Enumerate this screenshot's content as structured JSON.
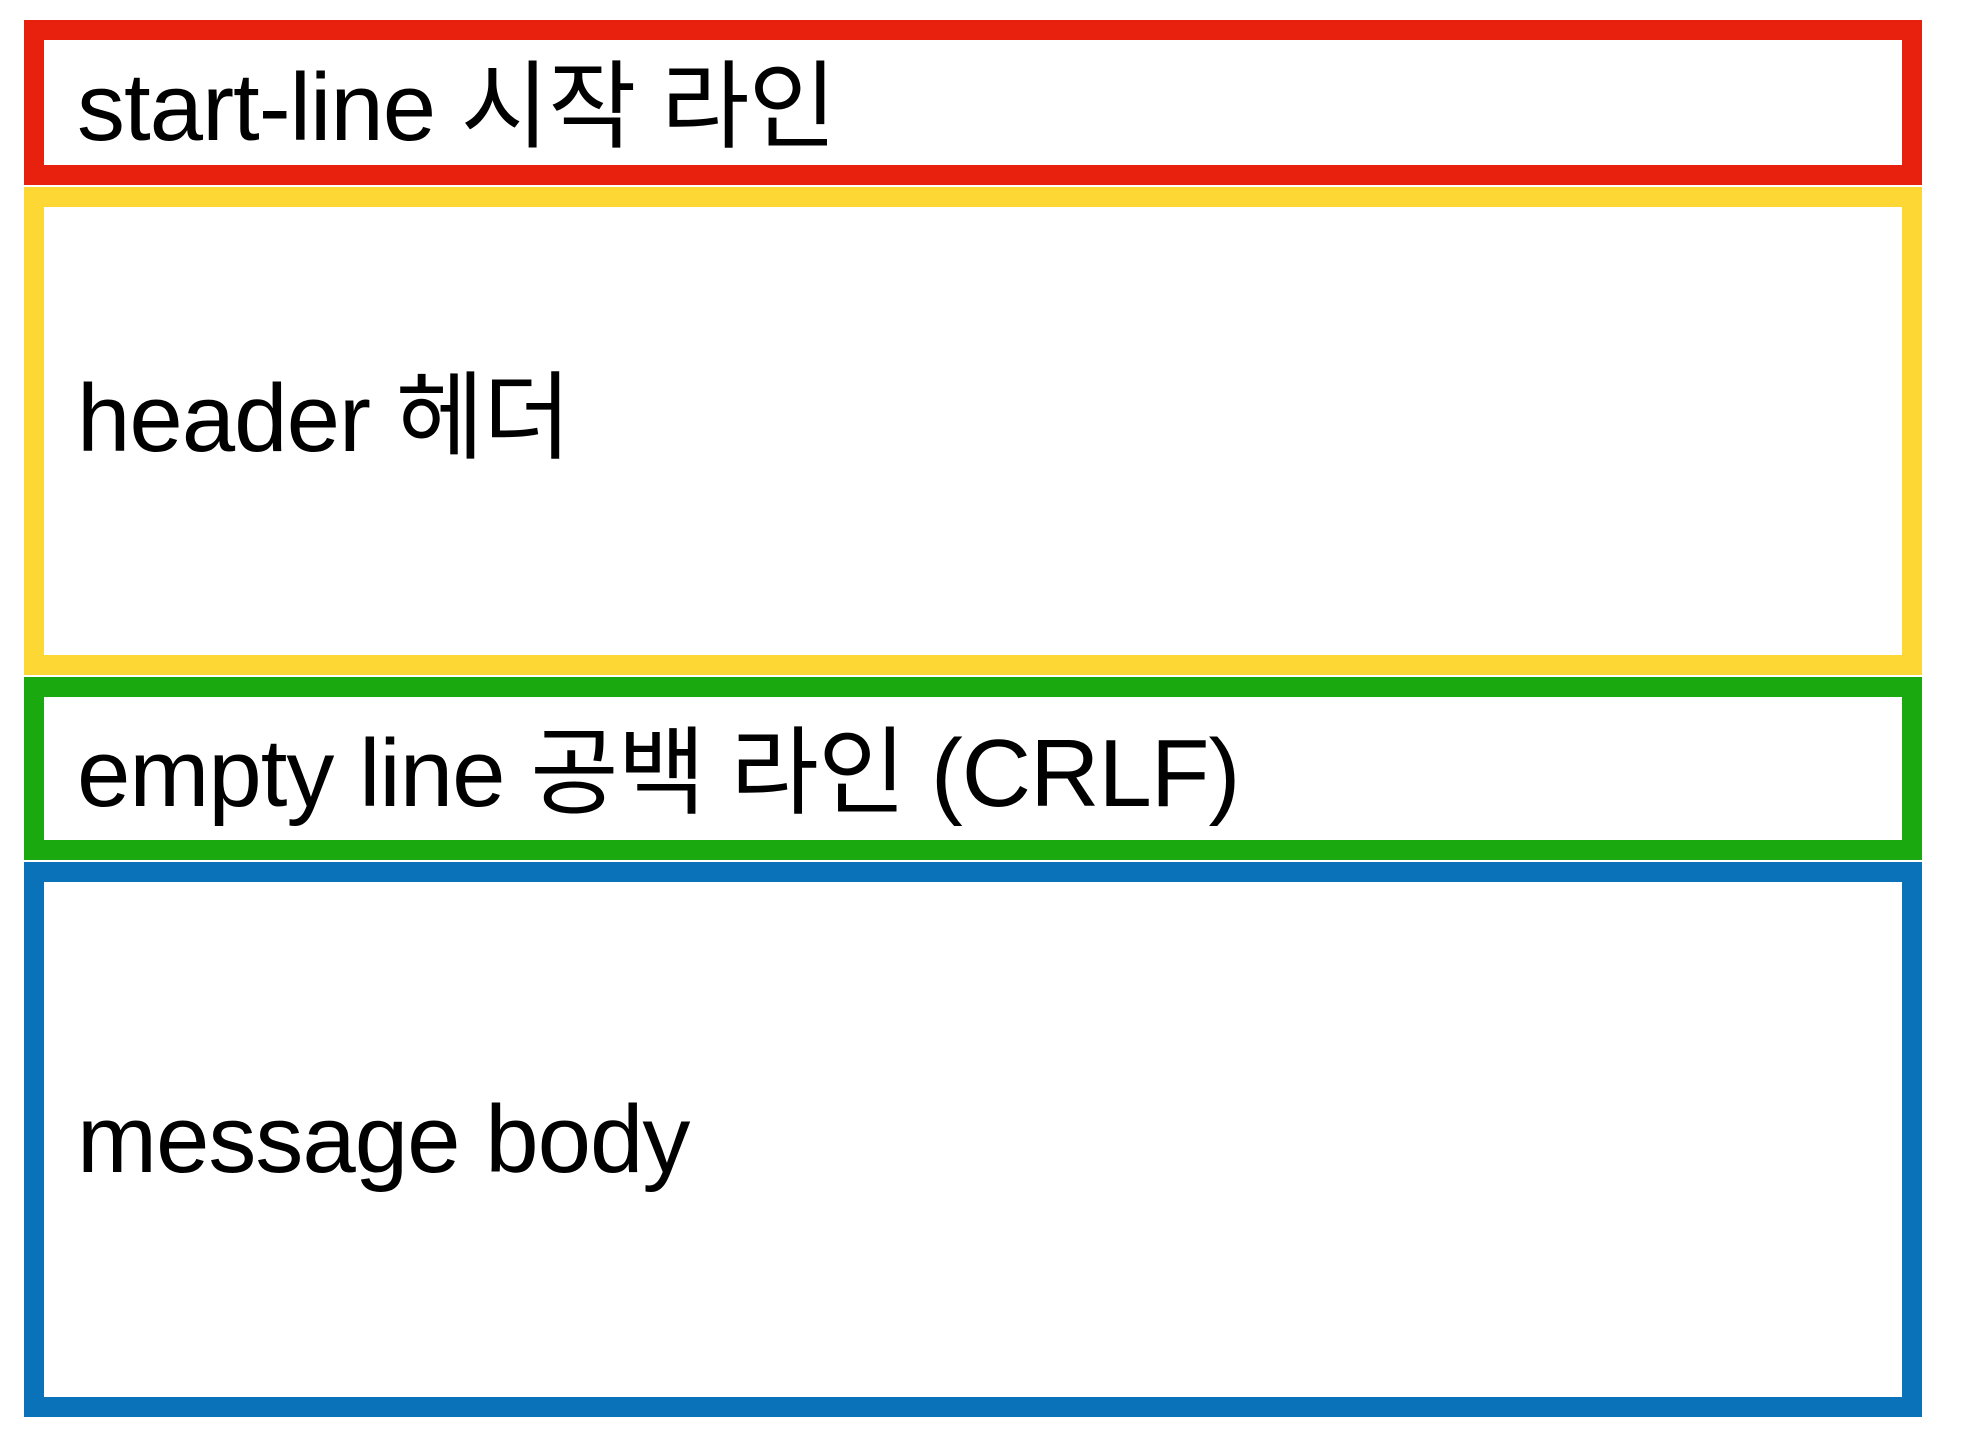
{
  "sections": [
    {
      "id": "start-line",
      "label": "start-line 시작 라인",
      "color": "#e8210f"
    },
    {
      "id": "header",
      "label": "header 헤더",
      "color": "#fdd835"
    },
    {
      "id": "empty-line",
      "label": "empty line 공백 라인 (CRLF)",
      "color": "#1aa90f"
    },
    {
      "id": "message-body",
      "label": "message body",
      "color": "#0a72b8"
    }
  ]
}
